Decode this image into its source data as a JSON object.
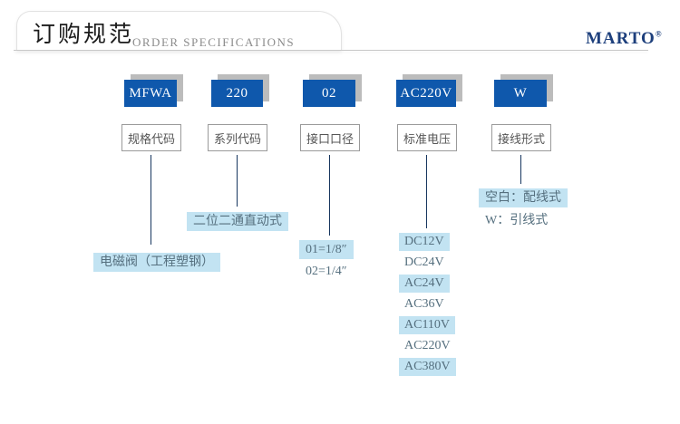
{
  "header": {
    "title_cn": "订购规范",
    "title_en": "ORDER SPECIFICATIONS",
    "brand": "MARTO",
    "brand_mark": "®"
  },
  "colors": {
    "code_box_bg": "#0f58ac",
    "code_box_shadow": "#bcbcbc",
    "label_border": "#9a9a9a",
    "highlight_bg": "#c2e3f2",
    "connector_line": "#17365f",
    "note_text": "#56707f",
    "brand_color": "#1d3f7c"
  },
  "columns": [
    {
      "code": "MFWA",
      "label": "规格代码",
      "notes": [
        {
          "text": "电磁阀（工程塑钢）",
          "highlighted": true
        }
      ]
    },
    {
      "code": "220",
      "label": "系列代码",
      "notes": [
        {
          "text": "二位二通直动式",
          "highlighted": true
        }
      ]
    },
    {
      "code": "02",
      "label": "接口口径",
      "notes": [
        {
          "text": "01=1/8″",
          "highlighted": true
        },
        {
          "text": "02=1/4″",
          "highlighted": false
        }
      ]
    },
    {
      "code": "AC220V",
      "label": "标准电压",
      "notes": [
        {
          "text": "DC12V",
          "highlighted": true
        },
        {
          "text": "DC24V",
          "highlighted": false
        },
        {
          "text": "AC24V",
          "highlighted": true
        },
        {
          "text": "AC36V",
          "highlighted": false
        },
        {
          "text": "AC110V",
          "highlighted": true
        },
        {
          "text": "AC220V",
          "highlighted": false
        },
        {
          "text": "AC380V",
          "highlighted": true
        }
      ]
    },
    {
      "code": "W",
      "label": "接线形式",
      "notes": [
        {
          "text": "空白：配线式",
          "highlighted": true
        },
        {
          "text": "W：引线式",
          "highlighted": false
        }
      ]
    }
  ]
}
